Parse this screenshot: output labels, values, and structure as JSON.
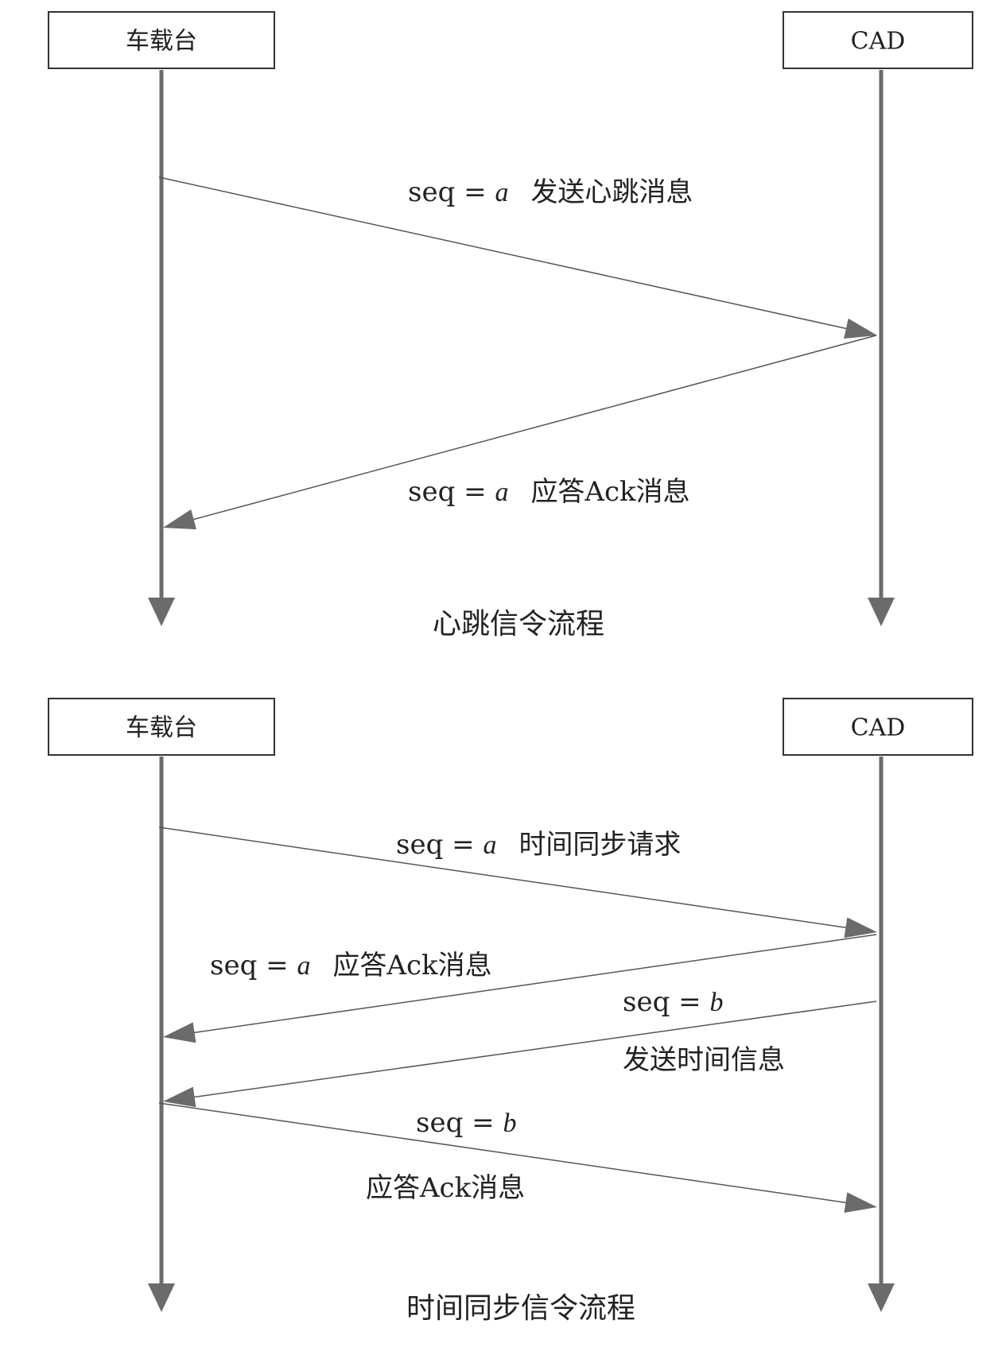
{
  "diagrams": [
    {
      "id": "heartbeat",
      "caption": "心跳信令流程",
      "participants": [
        {
          "key": "left",
          "label": "车载台"
        },
        {
          "key": "right",
          "label": "CAD"
        }
      ],
      "messages": [
        {
          "from": "left",
          "to": "right",
          "prefix": "seq = ",
          "var": "a",
          "text": "发送心跳消息"
        },
        {
          "from": "right",
          "to": "left",
          "prefix": "seq  = ",
          "var": "a",
          "text": "应答Ack消息"
        }
      ]
    },
    {
      "id": "time-sync",
      "caption": "时间同步信令流程",
      "participants": [
        {
          "key": "left",
          "label": "车载台"
        },
        {
          "key": "right",
          "label": "CAD"
        }
      ],
      "messages": [
        {
          "from": "left",
          "to": "right",
          "prefix": "seq = ",
          "var": "a",
          "text": "时间同步请求"
        },
        {
          "from": "right",
          "to": "left",
          "prefix": "seq  = ",
          "var": "a",
          "text": "应答Ack消息"
        },
        {
          "from": "right",
          "to": "left",
          "prefix": "seq  = ",
          "var": "b",
          "text": "发送时间信息"
        },
        {
          "from": "left",
          "to": "right",
          "prefix": "seq  = ",
          "var": "b",
          "text": "应答Ack消息"
        }
      ]
    }
  ]
}
